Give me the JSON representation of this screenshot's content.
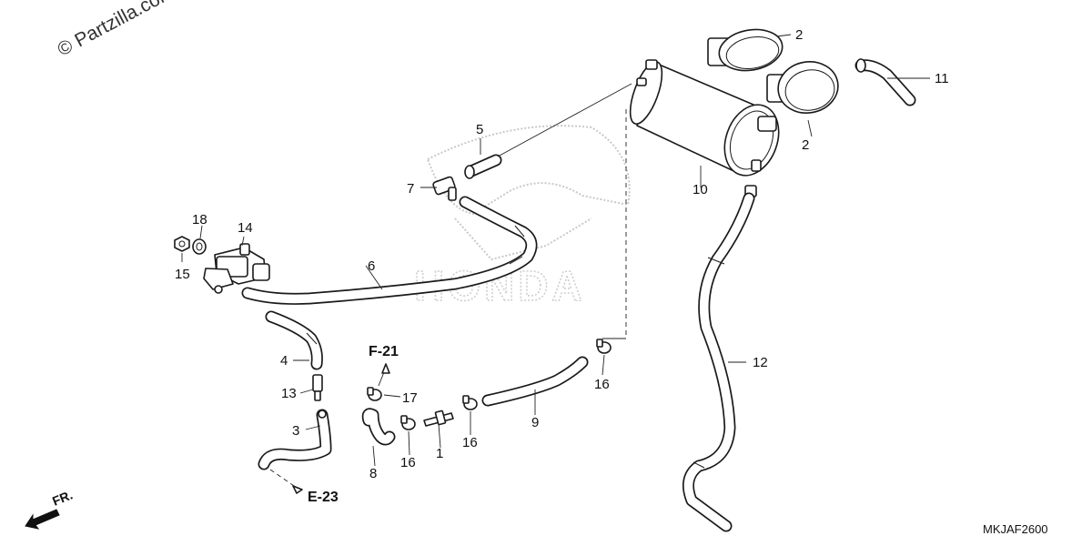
{
  "watermark": "© Partzilla.com",
  "diagram_code": "MKJAF2600",
  "direction_label": "FR.",
  "references": {
    "f21": "F-21",
    "e23": "E-23"
  },
  "callouts": {
    "c1": "1",
    "c2a": "2",
    "c2b": "2",
    "c3": "3",
    "c4": "4",
    "c5": "5",
    "c6": "6",
    "c7": "7",
    "c8": "8",
    "c9": "9",
    "c10": "10",
    "c11": "11",
    "c12": "12",
    "c13": "13",
    "c14": "14",
    "c15": "15",
    "c16a": "16",
    "c16b": "16",
    "c16c": "16",
    "c17": "17",
    "c18": "18"
  }
}
